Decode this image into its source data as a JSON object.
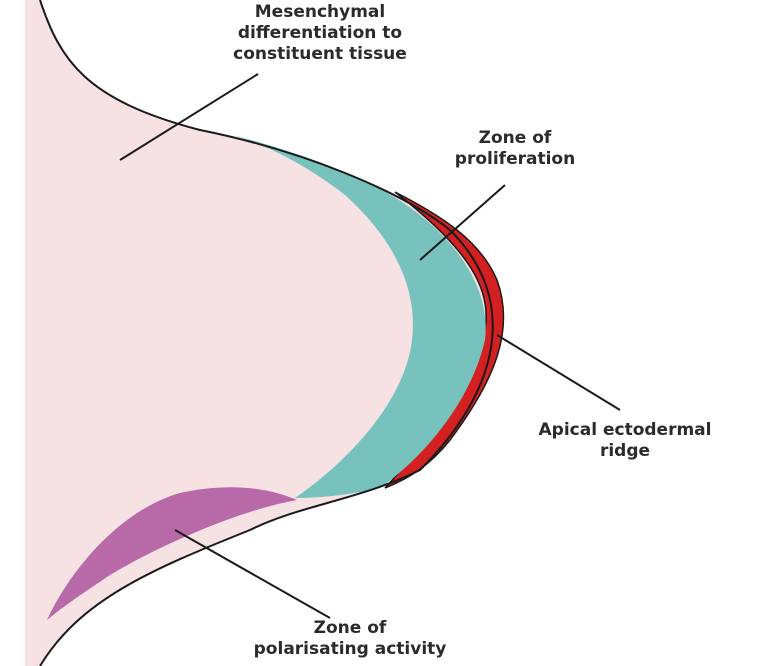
{
  "labels": {
    "mesenchymal": [
      "Mesenchymal",
      "differentiation to",
      "constituent tissue"
    ],
    "proliferation": [
      "Zone of",
      "proliferation"
    ],
    "aer": [
      "Apical ectodermal",
      "ridge"
    ],
    "zpa": [
      "Zone of",
      "polarisating activity"
    ]
  },
  "colors": {
    "limb_bud_mesenchyme": "#f6e2e2",
    "zone_of_proliferation": "#78c2bd",
    "apical_ectodermal_ridge": "#d42020",
    "zone_of_polarising_activity": "#b869a8",
    "outline": "#1a1a1a"
  }
}
